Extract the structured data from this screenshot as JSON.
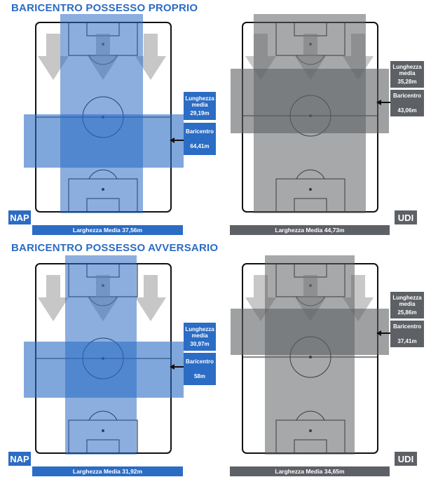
{
  "sections": [
    {
      "title": "BARICENTRO POSSESSO PROPRIO",
      "home": {
        "team": "NAP",
        "lunghezza_label": "Lunghezza media",
        "lunghezza_value": "29,19m",
        "baricentro_label": "Baricentro",
        "baricentro_value": "64,41m",
        "larghezza": "Larghezza Media 37,56m"
      },
      "away": {
        "team": "UDI",
        "lunghezza_label": "Lunghezza media",
        "lunghezza_value": "35,28m",
        "baricentro_label": "Baricentro",
        "baricentro_value": "43,06m",
        "larghezza": "Larghezza Media 44,73m"
      }
    },
    {
      "title": "BARICENTRO POSSESSO AVVERSARIO",
      "home": {
        "team": "NAP",
        "lunghezza_label": "Lunghezza media",
        "lunghezza_value": "30,97m",
        "baricentro_label": "Baricentro",
        "baricentro_value": "58m",
        "larghezza": "Larghezza Media 31,92m"
      },
      "away": {
        "team": "UDI",
        "lunghezza_label": "Lunghezza media",
        "lunghezza_value": "25,86m",
        "baricentro_label": "Baricentro",
        "baricentro_value": "37,41m",
        "larghezza": "Larghezza Media 34,65m"
      }
    }
  ],
  "colors": {
    "title": "#2b6cc4",
    "home": "#2b6cc4",
    "away": "#5d6064"
  }
}
